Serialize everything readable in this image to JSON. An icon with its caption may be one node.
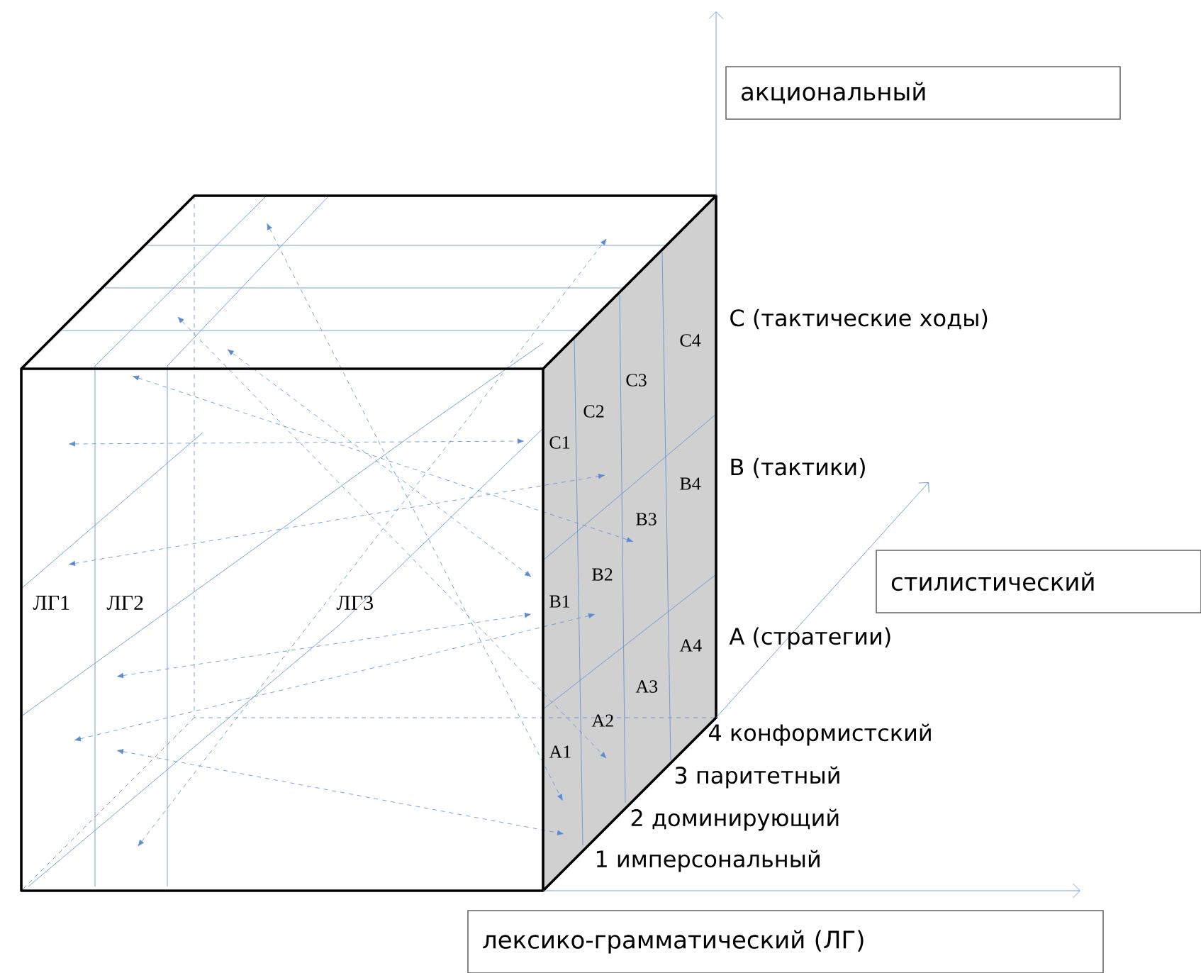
{
  "diagram": {
    "nodes": [
      {
        "text": [
          "акциональный"
        ]
      },
      {
        "text": [
          "стилистический"
        ]
      },
      {
        "text": [
          "лексико-грамматический (ЛГ)"
        ]
      }
    ],
    "labels": [
      "C (тактические ходы)",
      "C4",
      "C3",
      "C2",
      "C1",
      "B (тактики)",
      "B4",
      "B3",
      "B2",
      "B1",
      "ЛГ1",
      "ЛГ2",
      "ЛГ3",
      "A (стратегии)",
      "A4",
      "A3",
      "A2",
      "A1",
      "4 конформистский",
      "3 паритетный",
      "2 доминирующий",
      "1 имперсональный"
    ]
  }
}
